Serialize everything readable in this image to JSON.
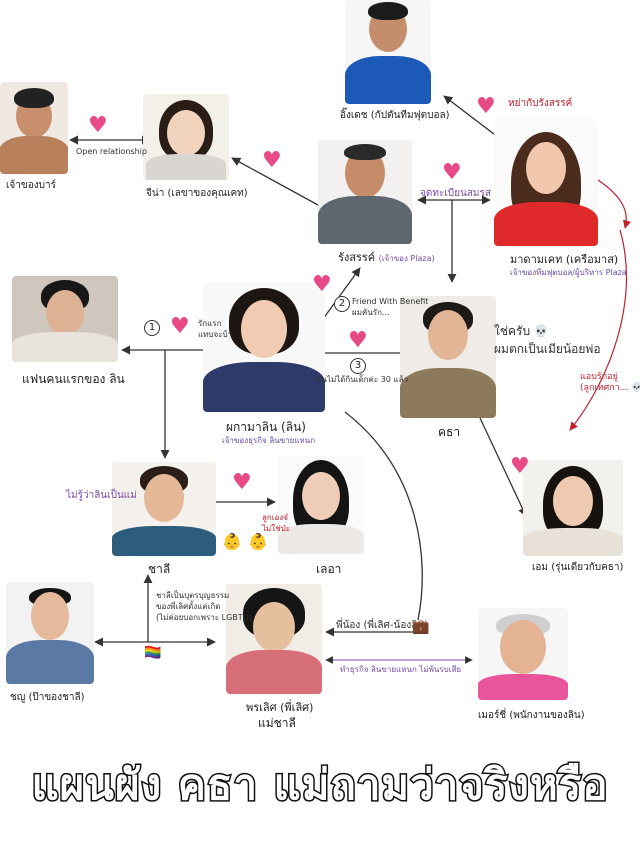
{
  "title": "แผนผัง คธา แม่ถามว่าจริงหรือ",
  "people": {
    "teacher": {
      "name": "เจ้าของบาร์"
    },
    "jina": {
      "name": "จีน่า (เลขาของคุณเคท)"
    },
    "ittidet": {
      "name": "อิ๊งเดช (กัปตันทีมฟุตบอล)"
    },
    "rangsan": {
      "name": "รังสรรค์",
      "role": "(เจ้าของ Plaza)"
    },
    "kate": {
      "name": "มาดามเคท (เครือมาส)",
      "role": "เจ้าของทีมฟุตบอล/ผู้บริหาร Plaza"
    },
    "exlover": {
      "name": "แฟนคนแรกของ ลิน"
    },
    "lin": {
      "name": "ผกามาลิน (ลิน)",
      "role": "เจ้าของธุรกิจ ลินขายแหนก"
    },
    "khatha": {
      "name": "คธา"
    },
    "sali": {
      "name": "ชาลี"
    },
    "lao": {
      "name": "เลอา"
    },
    "em": {
      "name": "เอม (รุ่นเดียวกับคธา)"
    },
    "chanyu": {
      "name": "ชญู (ป๊าของชาลี)"
    },
    "praleut": {
      "name": "พรเลิศ (พี่เลิศ)",
      "role": "แม่ชาลี"
    },
    "merchai": {
      "name": "เมอร์ชี่ (พนักงานของลิน)"
    }
  },
  "notes": {
    "open_relationship": "Open relationship",
    "divorced": "หย่ากับรังสรรค์",
    "registered": "จดทะเบียนสมรส",
    "first_love": "รักแรก\nแทบจะบ้า",
    "fwb": "Friend With Benefit\nผมคันรัก...",
    "age_gap": "ฉันไม่ได้กินเด็กค่ะ 30 แล้ว",
    "son_line": "ใช่ครับ 💀\nผมตกเป็นเมียน้อยพ่อ",
    "secret_son": "แอบรักอยู่\n(ลูกเทศกา... 💀)",
    "dont_know_mom": "ไม่รู้ว่าลินเป็นแม่",
    "daughter_q": "ลูกเองจ๋\nไม่ใช่ป่ะ",
    "sali_birth": "ชาลีเป็นบุตรบุญธรรม\nของพี่เลิศตั้งแต่เกิด\n(ไม่ค่อยบอกเพราะ LGBTQ)",
    "siblings": "พี่น้อง (พี่เลิศ-น้องลิน)",
    "business": "ทำธุรกิจ ลินขายแหนก ไม่พ้นรบเสีย"
  },
  "circles": [
    "1",
    "2",
    "3"
  ],
  "colors": {
    "heart": "#e74a86",
    "purple_text": "#6a4aa8",
    "red_arrow": "#c0202a",
    "line": "#333333"
  }
}
